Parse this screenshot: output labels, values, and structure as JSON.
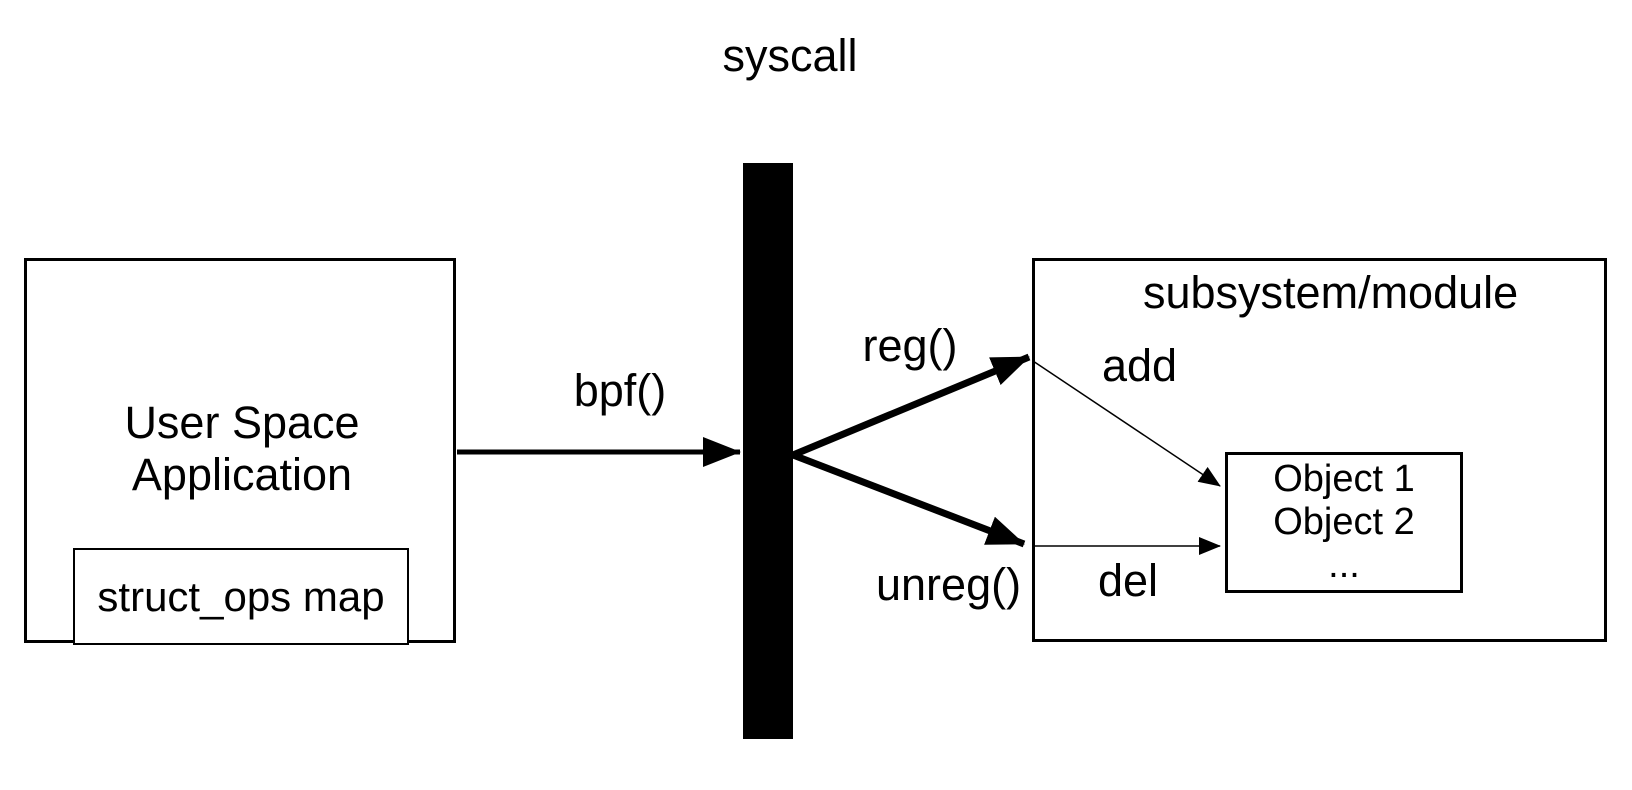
{
  "canvas": {
    "background": "#ffffff",
    "ink": "#000000"
  },
  "syscall": {
    "label": "syscall"
  },
  "user_space_box": {
    "title": "User Space Application",
    "map_label": "struct_ops map"
  },
  "subsystem_box": {
    "title": "subsystem/module",
    "add_label": "add",
    "del_label": "del"
  },
  "object_box": {
    "lines": [
      "Object 1",
      "Object 2",
      "..."
    ]
  },
  "arrows": {
    "bpf_label": "bpf()",
    "reg_label": "reg()",
    "unreg_label": "unreg()"
  }
}
